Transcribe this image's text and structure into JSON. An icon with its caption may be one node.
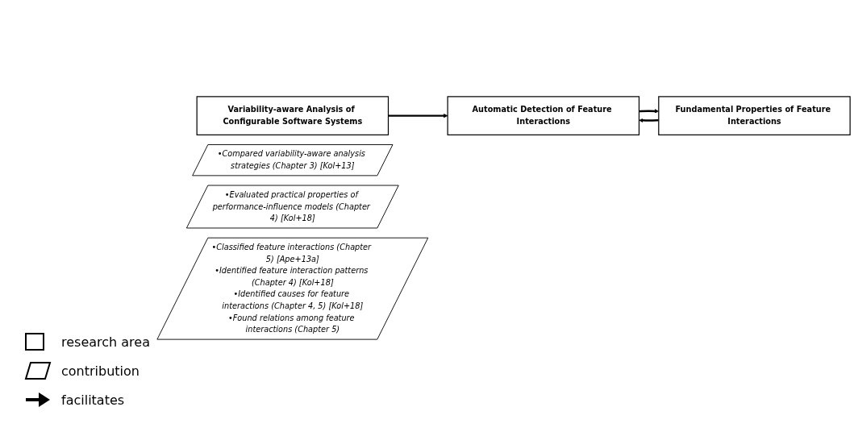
{
  "diagram": {
    "nodes": [
      {
        "text": [
          "Variability-aware Analysis of Configurable Software Systems"
        ]
      },
      {
        "text": [
          "•Compared variability-aware analysis strategies (Chapter 3) [Kol+13]"
        ]
      },
      {
        "text": [
          "Automatic Detection of Feature Interactions"
        ]
      },
      {
        "text": [
          "•Evaluated practical properties of performance-influence models (Chapter 4) [Kol+18]"
        ]
      },
      {
        "text": [
          "Fundamental Properties of Feature Interactions"
        ]
      },
      {
        "text": [
          "•Classified feature interactions (Chapter 5) [Ape+13a]",
          "•Identified feature interaction patterns (Chapter 4) [Kol+18]",
          "•Identified causes for feature interactions (Chapter 4, 5) [Kol+18]",
          "•Found relations among feature interactions (Chapter 5)"
        ]
      }
    ],
    "edges": [
      {
        "from": 0,
        "to": 2,
        "arrow": "to"
      },
      {
        "from": 2,
        "to": 4,
        "arrow": "to"
      },
      {
        "from": 4,
        "to": 2,
        "arrow": "to"
      }
    ],
    "legend": [
      {
        "text": "research area"
      },
      {
        "text": "contribution"
      },
      {
        "text": "facilitates"
      }
    ]
  }
}
